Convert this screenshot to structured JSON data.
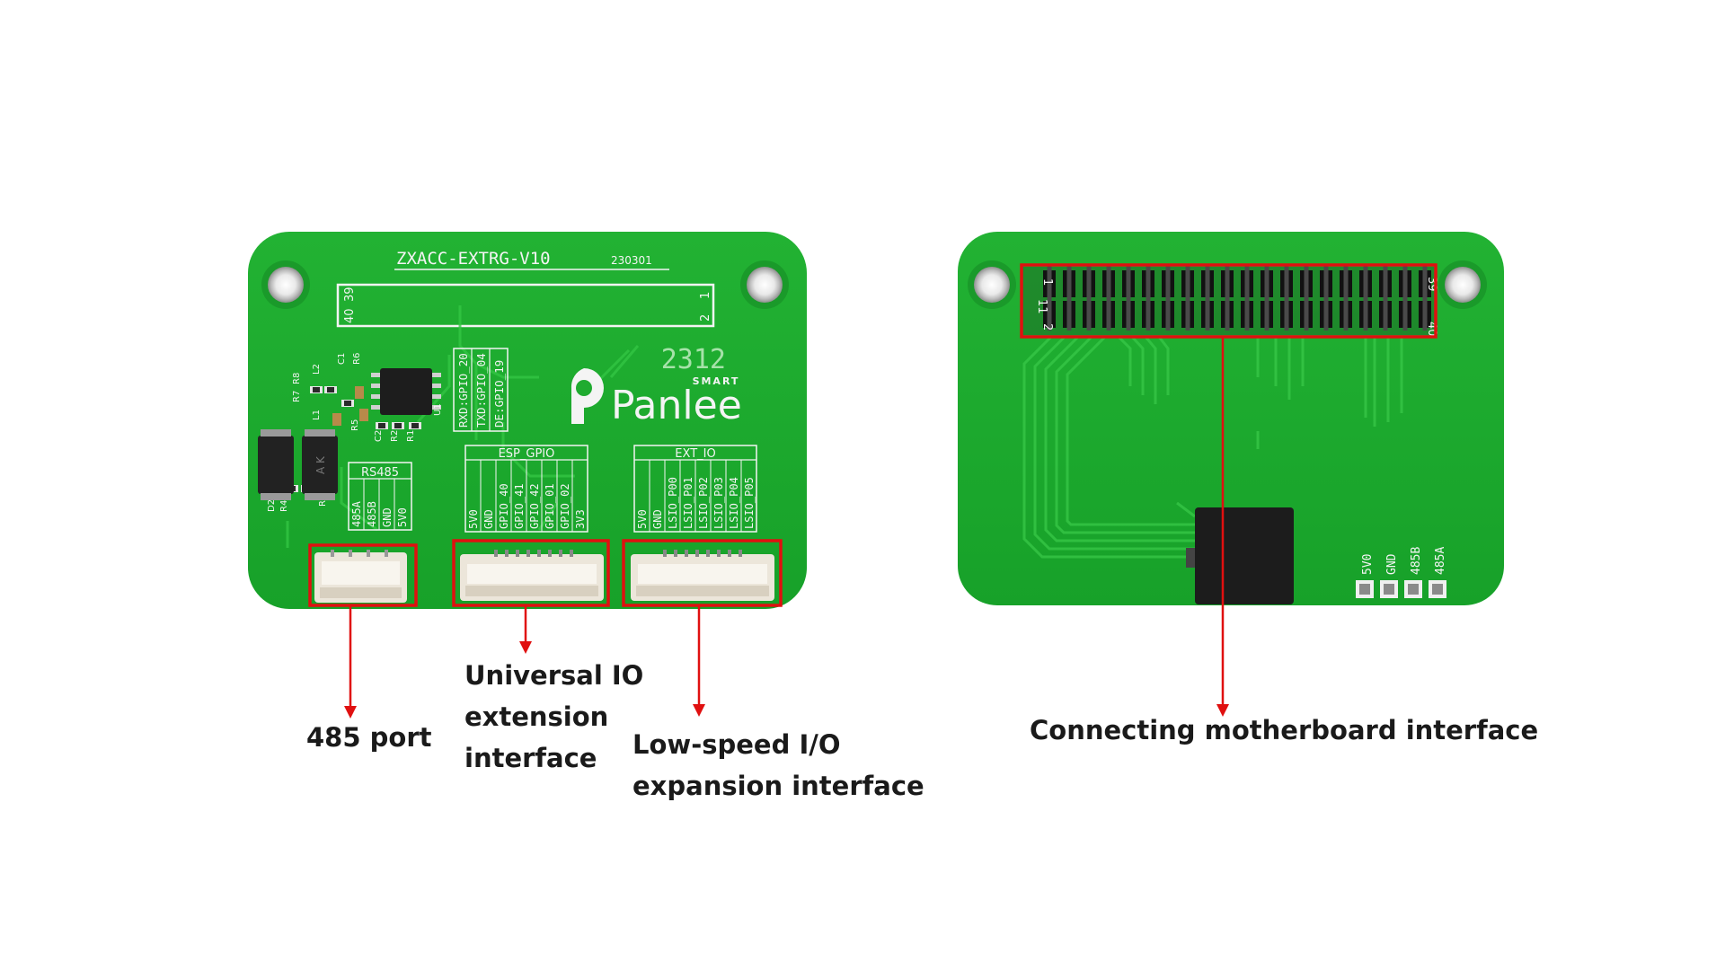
{
  "front_board": {
    "model_text": "ZXACC-EXTRG-V10",
    "date_code": "230301",
    "header_pin_labels": {
      "left_top": "40",
      "left_bottom": "39",
      "right_top": "1",
      "right_bottom": "2"
    },
    "brand": "Panlee",
    "brand_tag": "SMART",
    "digits": "2312",
    "ic_label": "U1",
    "component_refs": [
      "R7",
      "R8",
      "L2",
      "C1",
      "R6",
      "R5",
      "C2",
      "R2",
      "R1",
      "L1",
      "D2",
      "R4",
      "R3",
      "A K"
    ],
    "uart_labels": [
      "RXD:GPIO_20",
      "TXD:GPIO_04",
      "DE:GPIO_19"
    ],
    "rs485_block": {
      "title": "RS485",
      "pins": [
        "485A",
        "485B",
        "GND",
        "5V0"
      ]
    },
    "esp_block": {
      "title": "ESP_GPIO",
      "pins": [
        "5V0",
        "GND",
        "GPIO_40",
        "GPIO_41",
        "GPIO_42",
        "GPIO_01",
        "GPIO_02",
        "3V3"
      ]
    },
    "ext_block": {
      "title": "EXT_IO",
      "pins": [
        "5V0",
        "GND",
        "LSIO_P00",
        "LSIO_P01",
        "LSIO_P02",
        "LSIO_P03",
        "LSIO_P04",
        "LSIO_P05"
      ]
    }
  },
  "back_board": {
    "header_labels": {
      "left_top": "1",
      "left_mid": "11",
      "left_bottom": "2",
      "right_top": "39",
      "right_bottom": "40"
    },
    "pad_labels": [
      "5V0",
      "GND",
      "485B",
      "485A"
    ]
  },
  "callouts": {
    "port485": "485 port",
    "universal": [
      "Universal IO",
      "extension",
      "interface"
    ],
    "lowspeed": [
      "Low-speed I/O",
      "expansion interface"
    ],
    "motherboard": "Connecting motherboard interface"
  },
  "colors": {
    "pcb": "#1dab2e",
    "pcb_light": "#2cc13c",
    "trace": "#3fd14e",
    "silk": "#f4f4f4",
    "highlight": "#e01010",
    "arrow": "#e01010"
  }
}
